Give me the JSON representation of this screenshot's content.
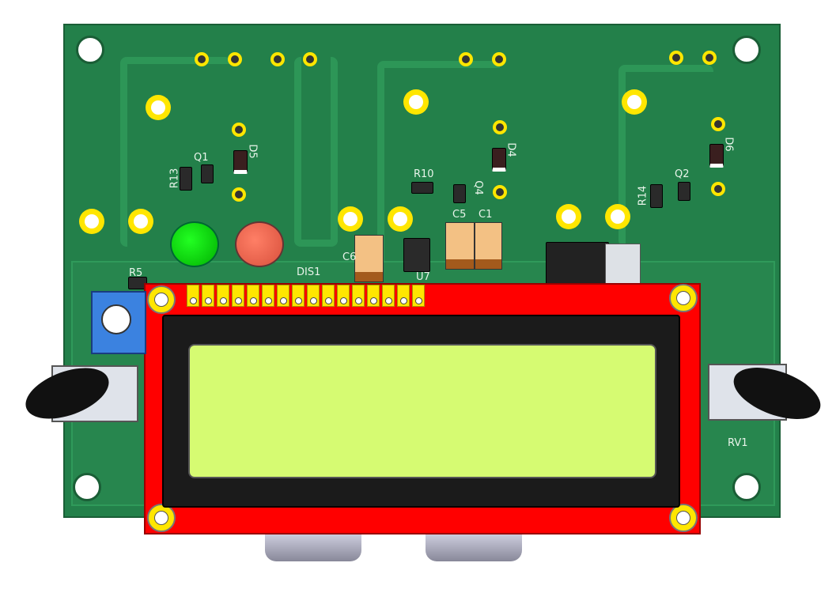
{
  "board": {
    "labels": {
      "r13": "R13",
      "q1": "Q1",
      "d5": "D5",
      "r10": "R10",
      "q4": "Q4",
      "d4": "D4",
      "c5": "C5",
      "c1": "C1",
      "c6": "C6",
      "u7": "U7",
      "dis1": "DIS1",
      "r14": "R14",
      "q2": "Q2",
      "d6": "D6",
      "r5": "R5",
      "rv1": "RV1"
    },
    "colors": {
      "pcb": "#23804a",
      "lcd_pcb": "#ff0000",
      "screen": "#d6fb72",
      "pads": "#ffe600"
    }
  }
}
